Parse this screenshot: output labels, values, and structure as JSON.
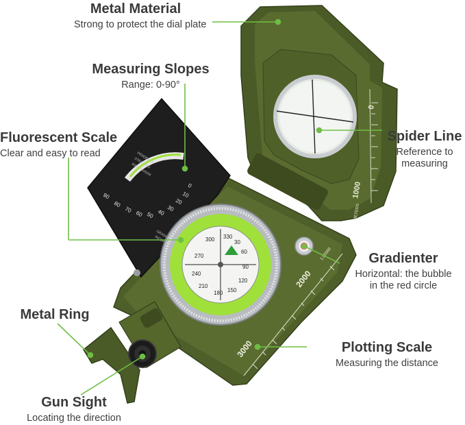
{
  "colors": {
    "olive_body": "#4f5f2a",
    "olive_dark": "#3a4620",
    "olive_light": "#6b7b3a",
    "fluorescent_green": "#9fe03a",
    "callout_green": "#6fbe44",
    "plate_black": "#1e1e1e",
    "bezel_silver": "#c9ccd0",
    "text_dark": "#3a3a3a"
  },
  "annotations": {
    "metal_material": {
      "title": "Metal Material",
      "desc": "Strong to protect the dial plate"
    },
    "measuring_slopes": {
      "title": "Measuring Slopes",
      "desc": "Range: 0-90°"
    },
    "fluorescent_scale": {
      "title": "Fluorescent Scale",
      "desc": "Clear and easy to read"
    },
    "spider_line": {
      "title": "Spider Line",
      "desc_1": "Reference to",
      "desc_2": "measuring"
    },
    "gradienter": {
      "title": "Gradienter",
      "desc_1": "Horizontal: the bubble",
      "desc_2": "in the red circle"
    },
    "metal_ring": {
      "title": "Metal Ring"
    },
    "plotting_scale": {
      "title": "Plotting Scale",
      "desc": "Measuring the distance"
    },
    "gun_sight": {
      "title": "Gun Sight",
      "desc": "Locating the direction"
    }
  },
  "compass_markings": {
    "lid_scale_top": "0",
    "lid_scale_mid": "1000",
    "lid_units": "METERS",
    "base_scale_a": "2000",
    "base_scale_b": "3000",
    "base_ratio": "1:25000",
    "dial_numbers": [
      "330",
      "300",
      "270",
      "240",
      "210",
      "180",
      "150",
      "120",
      "90",
      "60",
      "30"
    ],
    "plate_numbers": [
      "90",
      "80",
      "70",
      "60",
      "50",
      "40",
      "30",
      "20",
      "10",
      "0"
    ],
    "plate_small_labels": [
      "PENDENZA",
      "STEIGUNG",
      "INCLINAISON"
    ],
    "plate_bottom_labels": [
      "GRADIENT",
      "INCLINATION"
    ]
  }
}
